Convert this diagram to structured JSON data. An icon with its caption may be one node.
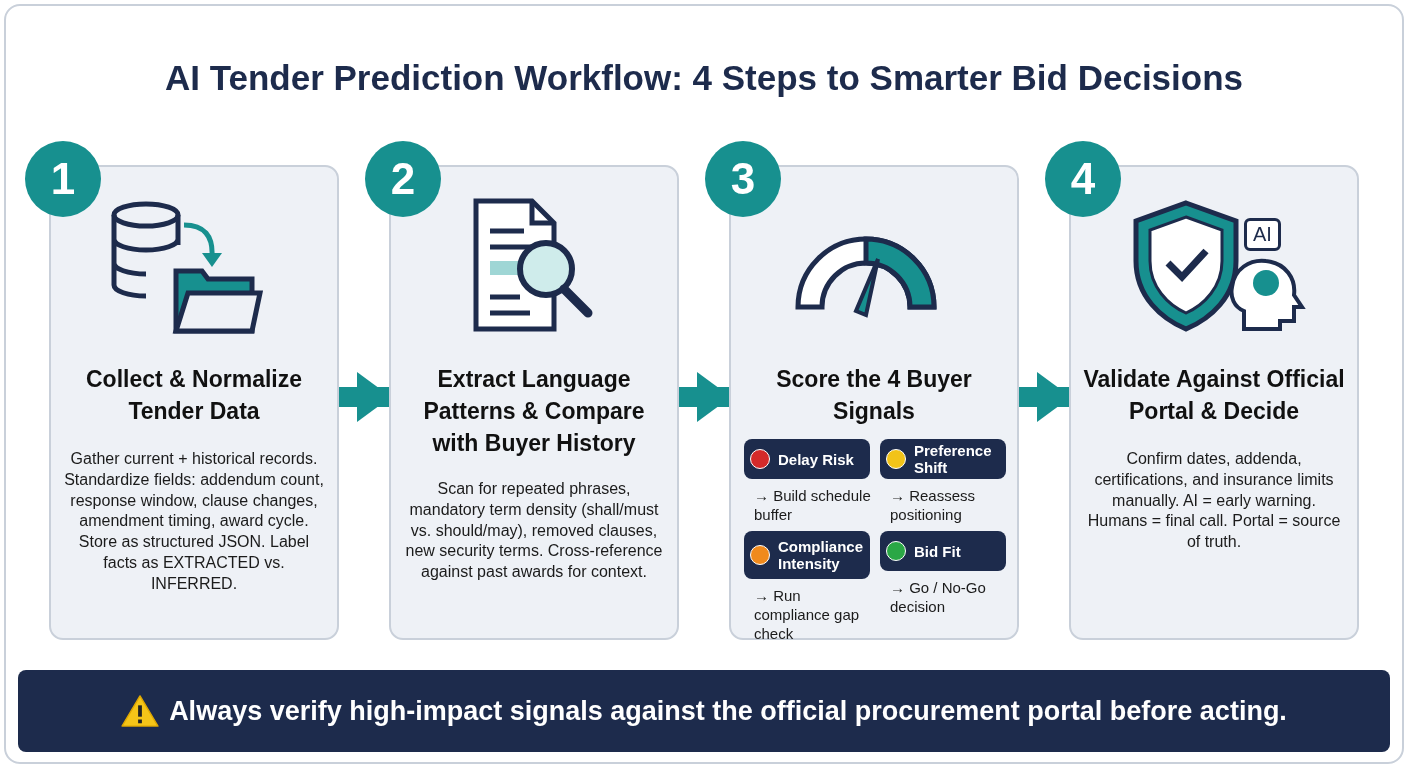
{
  "diagram": {
    "title": "AI Tender Prediction Workflow: 4 Steps to Smarter Bid Decisions",
    "nodes": [
      {
        "text": [
          "1",
          "Collect & Normalize Tender Data",
          "Gather current + historical records. Standardize fields: addendum count, response window, clause changes, amendment timing, award cycle. Store as structured JSON. Label facts as EXTRACTED vs. INFERRED."
        ]
      },
      {
        "text": [
          "2",
          "Extract Language Patterns & Compare with Buyer History",
          "Scan for repeated phrases, mandatory term density (shall/must vs. should/may), removed clauses, new security terms. Cross-reference against past awards for context."
        ]
      },
      {
        "text": [
          "3",
          "Score the 4 Buyer Signals"
        ]
      },
      {
        "text": [
          "Delay Risk"
        ],
        "in": 2,
        "beside": [
          "→ Build schedule buffer"
        ]
      },
      {
        "text": [
          "Preference Shift"
        ],
        "in": 2,
        "beside": [
          "→ Reassess positioning"
        ]
      },
      {
        "text": [
          "Compliance Intensity"
        ],
        "in": 2,
        "beside": [
          "→ Run compliance gap check"
        ]
      },
      {
        "text": [
          "Bid Fit"
        ],
        "in": 2,
        "beside": [
          "→ Go / No-Go decision"
        ]
      },
      {
        "text": [
          "4",
          "Validate Against Official Portal & Decide",
          "Confirm dates, addenda, certifications, and insurance limits manually. AI = early warning. Humans = final call. Portal = source of truth."
        ]
      },
      {
        "text": [
          "Always verify high-impact signals against the official procurement portal before acting."
        ]
      }
    ],
    "edges": [
      {
        "from": 0,
        "to": 1,
        "arrow": "to"
      },
      {
        "from": 1,
        "to": 2,
        "arrow": "to"
      },
      {
        "from": 2,
        "to": 7,
        "arrow": "to"
      }
    ],
    "labels": [
      "AI"
    ]
  }
}
